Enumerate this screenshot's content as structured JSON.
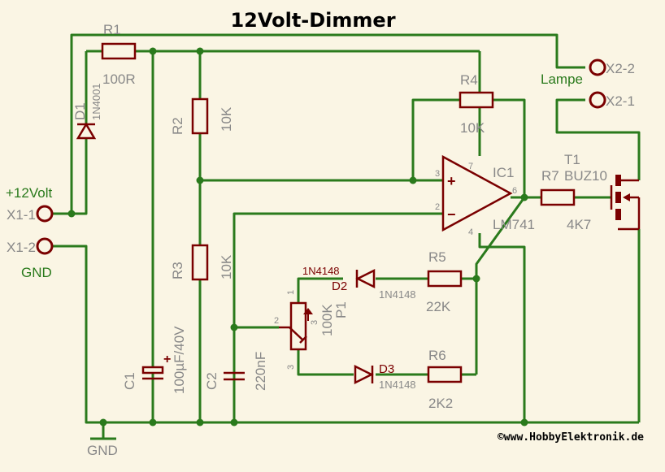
{
  "title": "12Volt-Dimmer",
  "copyright": "©www.HobbyElektronik.de",
  "colors": {
    "background": "#faf5e4",
    "wire": "#2a7a1c",
    "component": "#7a0000",
    "label": "#888888",
    "net_label": "#2a7a1c",
    "copyright": "#000000"
  },
  "terminals": {
    "x1_1": "X1-1",
    "x1_2": "X1-2",
    "x2_1": "X2-1",
    "x2_2": "X2-2",
    "supply_label": "+12Volt",
    "gnd_label": "GND",
    "lamp_label": "Lampe"
  },
  "components": {
    "r1": {
      "name": "R1",
      "value": "100R"
    },
    "d1": {
      "name": "D1",
      "value": "1N4001"
    },
    "r2": {
      "name": "R2",
      "value": "10K"
    },
    "r3": {
      "name": "R3",
      "value": "10K"
    },
    "r4": {
      "name": "R4",
      "value": "10K"
    },
    "r5": {
      "name": "R5",
      "value": "22K"
    },
    "r6": {
      "name": "R6",
      "value": "2K2"
    },
    "r7": {
      "name": "R7",
      "value": "4K7"
    },
    "c1": {
      "name": "C1",
      "value": "100µF/40V"
    },
    "c2": {
      "name": "C2",
      "value": "220nF"
    },
    "d2": {
      "name": "D2",
      "value": "1N4148"
    },
    "d3": {
      "name": "D3",
      "value": "1N4148"
    },
    "p1": {
      "name": "P1",
      "value": "100K"
    },
    "ic1": {
      "name": "IC1",
      "value": "LM741"
    },
    "t1": {
      "name": "T1",
      "value": "BUZ10"
    }
  },
  "pins": {
    "ic_plus": "3",
    "ic_minus": "2",
    "ic_vcc": "7",
    "ic_gnd": "4",
    "ic_out": "6",
    "p1_1": "1",
    "p1_2": "2",
    "p1_3": "3",
    "plus": "+",
    "minus": "−",
    "c1_plus": "+"
  },
  "gnd_symbol_label": "GND"
}
